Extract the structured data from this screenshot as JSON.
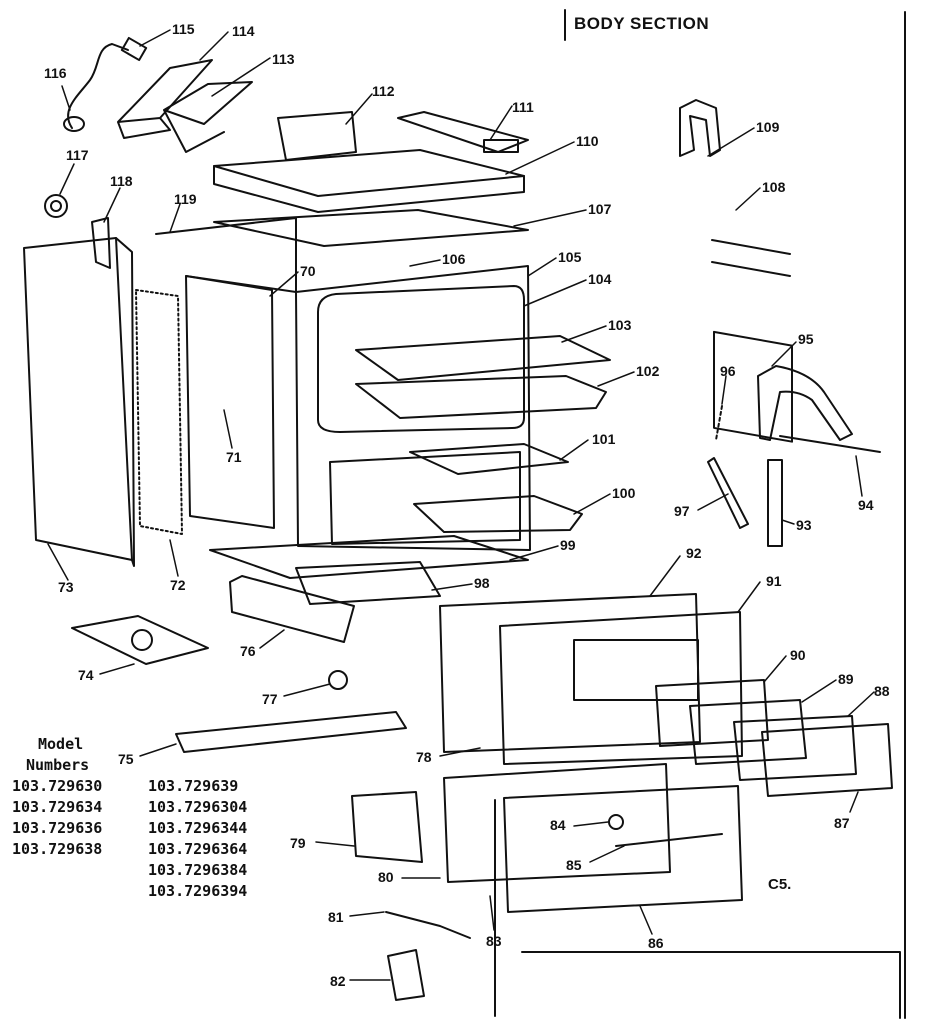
{
  "title": "BODY SECTION",
  "figure_code": "C5.",
  "models": {
    "header_line1": "Model",
    "header_line2": "Numbers",
    "col1": [
      "103.729630",
      "103.729634",
      "103.729636",
      "103.729638"
    ],
    "col2": [
      "103.729639",
      "103.7296304",
      "103.7296344",
      "103.7296364",
      "103.7296384",
      "103.7296394"
    ]
  },
  "part_numbers": [
    "115",
    "114",
    "113",
    "116",
    "112",
    "111",
    "110",
    "109",
    "117",
    "118",
    "119",
    "107",
    "108",
    "106",
    "105",
    "104",
    "70",
    "103",
    "95",
    "96",
    "102",
    "71",
    "101",
    "94",
    "100",
    "97",
    "93",
    "99",
    "73",
    "72",
    "98",
    "92",
    "91",
    "76",
    "74",
    "90",
    "77",
    "89",
    "88",
    "75",
    "78",
    "87",
    "84",
    "79",
    "85",
    "80",
    "86",
    "81",
    "83",
    "82"
  ]
}
